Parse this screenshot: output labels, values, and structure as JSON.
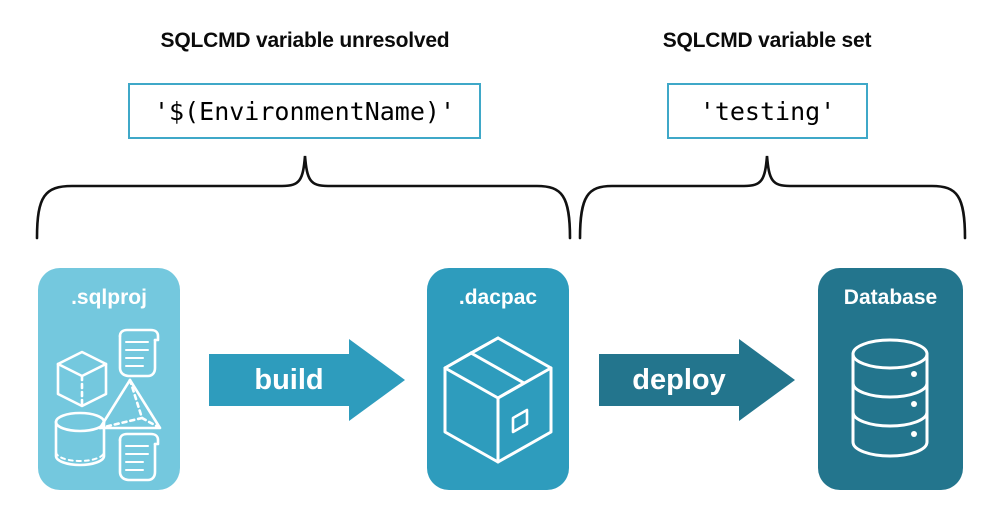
{
  "headings": {
    "left": "SQLCMD variable unresolved",
    "right": "SQLCMD variable set"
  },
  "code_boxes": {
    "left_value": "'$(EnvironmentName)'",
    "right_value": "'testing'"
  },
  "stages": [
    {
      "label": ".sqlproj",
      "icon": "project-contents-icon",
      "fill": "#74c8de",
      "text_color": "#ffffff"
    },
    {
      "label": ".dacpac",
      "icon": "package-box-icon",
      "fill": "#2e9cbd",
      "text_color": "#ffffff"
    },
    {
      "label": "Database",
      "icon": "database-cylinder-icon",
      "fill": "#23758d",
      "text_color": "#ffffff"
    }
  ],
  "arrows": [
    {
      "label": "build",
      "fill": "#2e9cbd",
      "text_color": "#ffffff"
    },
    {
      "label": "deploy",
      "fill": "#23758d",
      "text_color": "#ffffff"
    }
  ],
  "colors": {
    "light_blue": "#74c8de",
    "medium_blue": "#2e9cbd",
    "dark_teal": "#23758d",
    "border_teal": "#3fa8c8",
    "brace_black": "#111111",
    "background": "#ffffff",
    "heading_text": "#0b0b0b"
  },
  "braces": {
    "left_group_label": "build-stage-brace",
    "right_group_label": "deploy-stage-brace"
  }
}
